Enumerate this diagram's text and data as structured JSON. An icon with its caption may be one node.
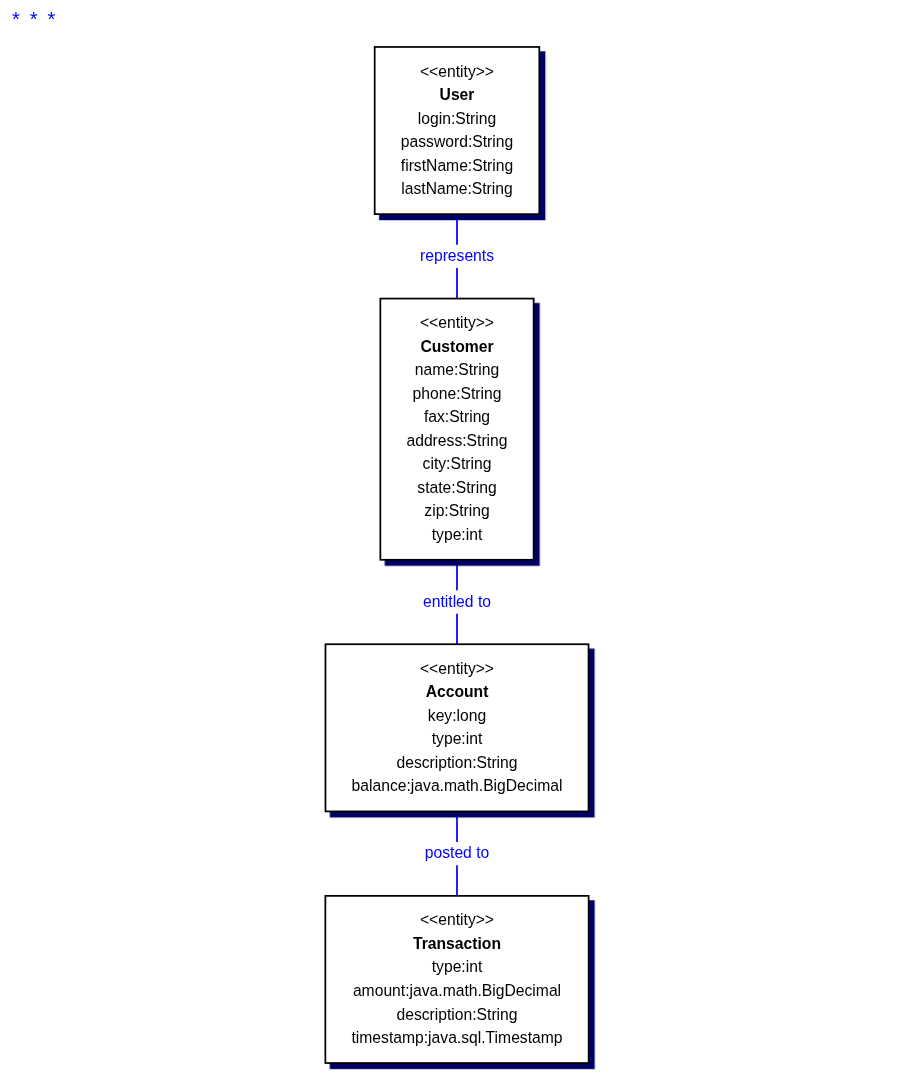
{
  "diagram": {
    "nodes": [
      {
        "text": [
          "<<entity>>",
          "User",
          "login:String",
          "password:String",
          "firstName:String",
          "lastName:String"
        ]
      },
      {
        "text": [
          "<<entity>>",
          "Customer",
          "name:String",
          "phone:String",
          "fax:String",
          "address:String",
          "city:String",
          "state:String",
          "zip:String",
          "type:int"
        ]
      },
      {
        "text": [
          "<<entity>>",
          "Account",
          "key:long",
          "type:int",
          "description:String",
          "balance:java.math.BigDecimal"
        ]
      },
      {
        "text": [
          "<<entity>>",
          "Transaction",
          "type:int",
          "amount:java.math.BigDecimal",
          "description:String",
          "timestamp:java.sql.Timestamp"
        ]
      }
    ],
    "edges": [
      {
        "from": 0,
        "to": 1,
        "arrow": "none",
        "label": "represents"
      },
      {
        "from": 1,
        "to": 2,
        "arrow": "none",
        "label": "entitled to"
      },
      {
        "from": 2,
        "to": 3,
        "arrow": "none",
        "label": "posted to"
      }
    ],
    "labels": [
      "*",
      "*",
      "*"
    ]
  }
}
